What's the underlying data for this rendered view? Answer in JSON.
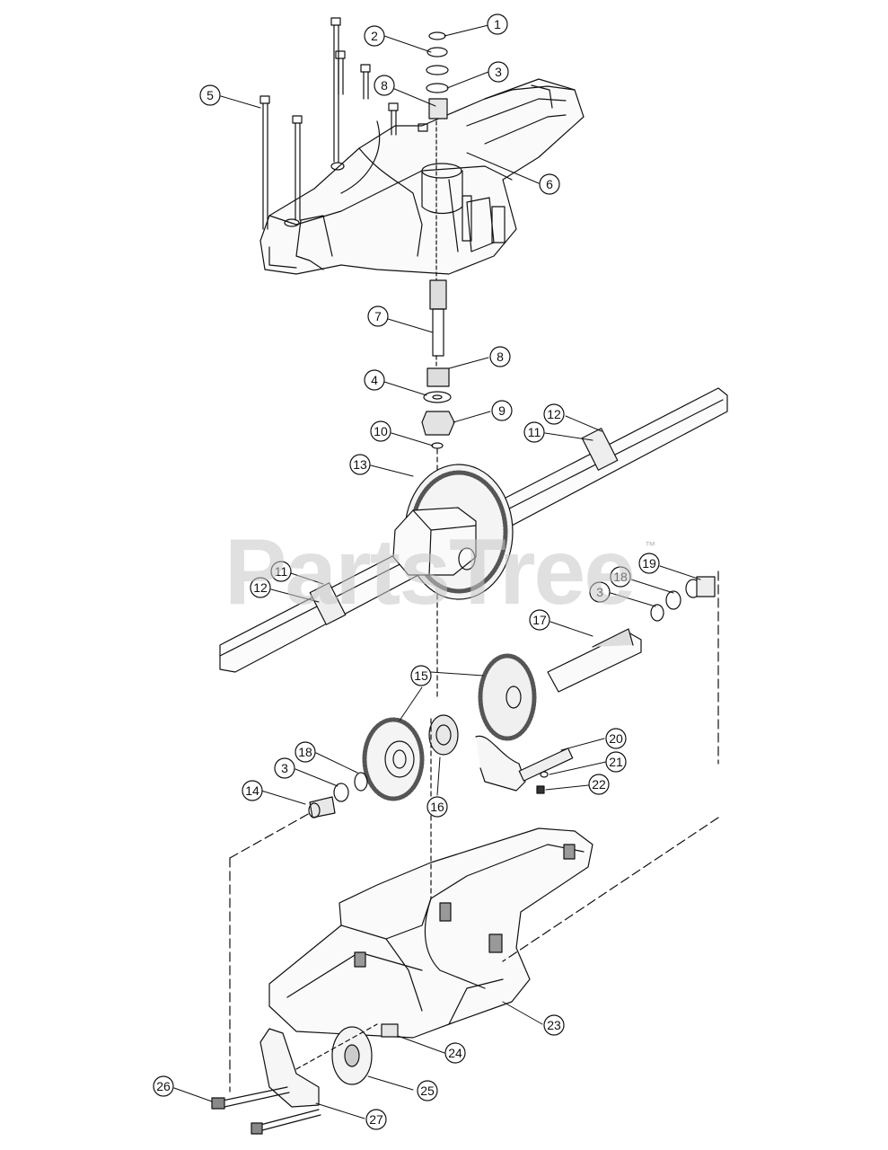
{
  "watermark": {
    "text": "PartsTree",
    "trademark": "™"
  },
  "callouts": [
    {
      "id": "c1",
      "label": "1"
    },
    {
      "id": "c2",
      "label": "2"
    },
    {
      "id": "c3a",
      "label": "3"
    },
    {
      "id": "c8a",
      "label": "8"
    },
    {
      "id": "c5",
      "label": "5"
    },
    {
      "id": "c6",
      "label": "6"
    },
    {
      "id": "c7",
      "label": "7"
    },
    {
      "id": "c8b",
      "label": "8"
    },
    {
      "id": "c4",
      "label": "4"
    },
    {
      "id": "c9",
      "label": "9"
    },
    {
      "id": "c10",
      "label": "10"
    },
    {
      "id": "c12a",
      "label": "12"
    },
    {
      "id": "c11a",
      "label": "11"
    },
    {
      "id": "c13",
      "label": "13"
    },
    {
      "id": "c11b",
      "label": "11"
    },
    {
      "id": "c12b",
      "label": "12"
    },
    {
      "id": "c19",
      "label": "19"
    },
    {
      "id": "c18a",
      "label": "18"
    },
    {
      "id": "c3b",
      "label": "3"
    },
    {
      "id": "c17",
      "label": "17"
    },
    {
      "id": "c15",
      "label": "15"
    },
    {
      "id": "c20",
      "label": "20"
    },
    {
      "id": "c18b",
      "label": "18"
    },
    {
      "id": "c3c",
      "label": "3"
    },
    {
      "id": "c21",
      "label": "21"
    },
    {
      "id": "c14",
      "label": "14"
    },
    {
      "id": "c22",
      "label": "22"
    },
    {
      "id": "c16",
      "label": "16"
    },
    {
      "id": "c23",
      "label": "23"
    },
    {
      "id": "c24",
      "label": "24"
    },
    {
      "id": "c25",
      "label": "25"
    },
    {
      "id": "c26",
      "label": "26"
    },
    {
      "id": "c27",
      "label": "27"
    }
  ]
}
